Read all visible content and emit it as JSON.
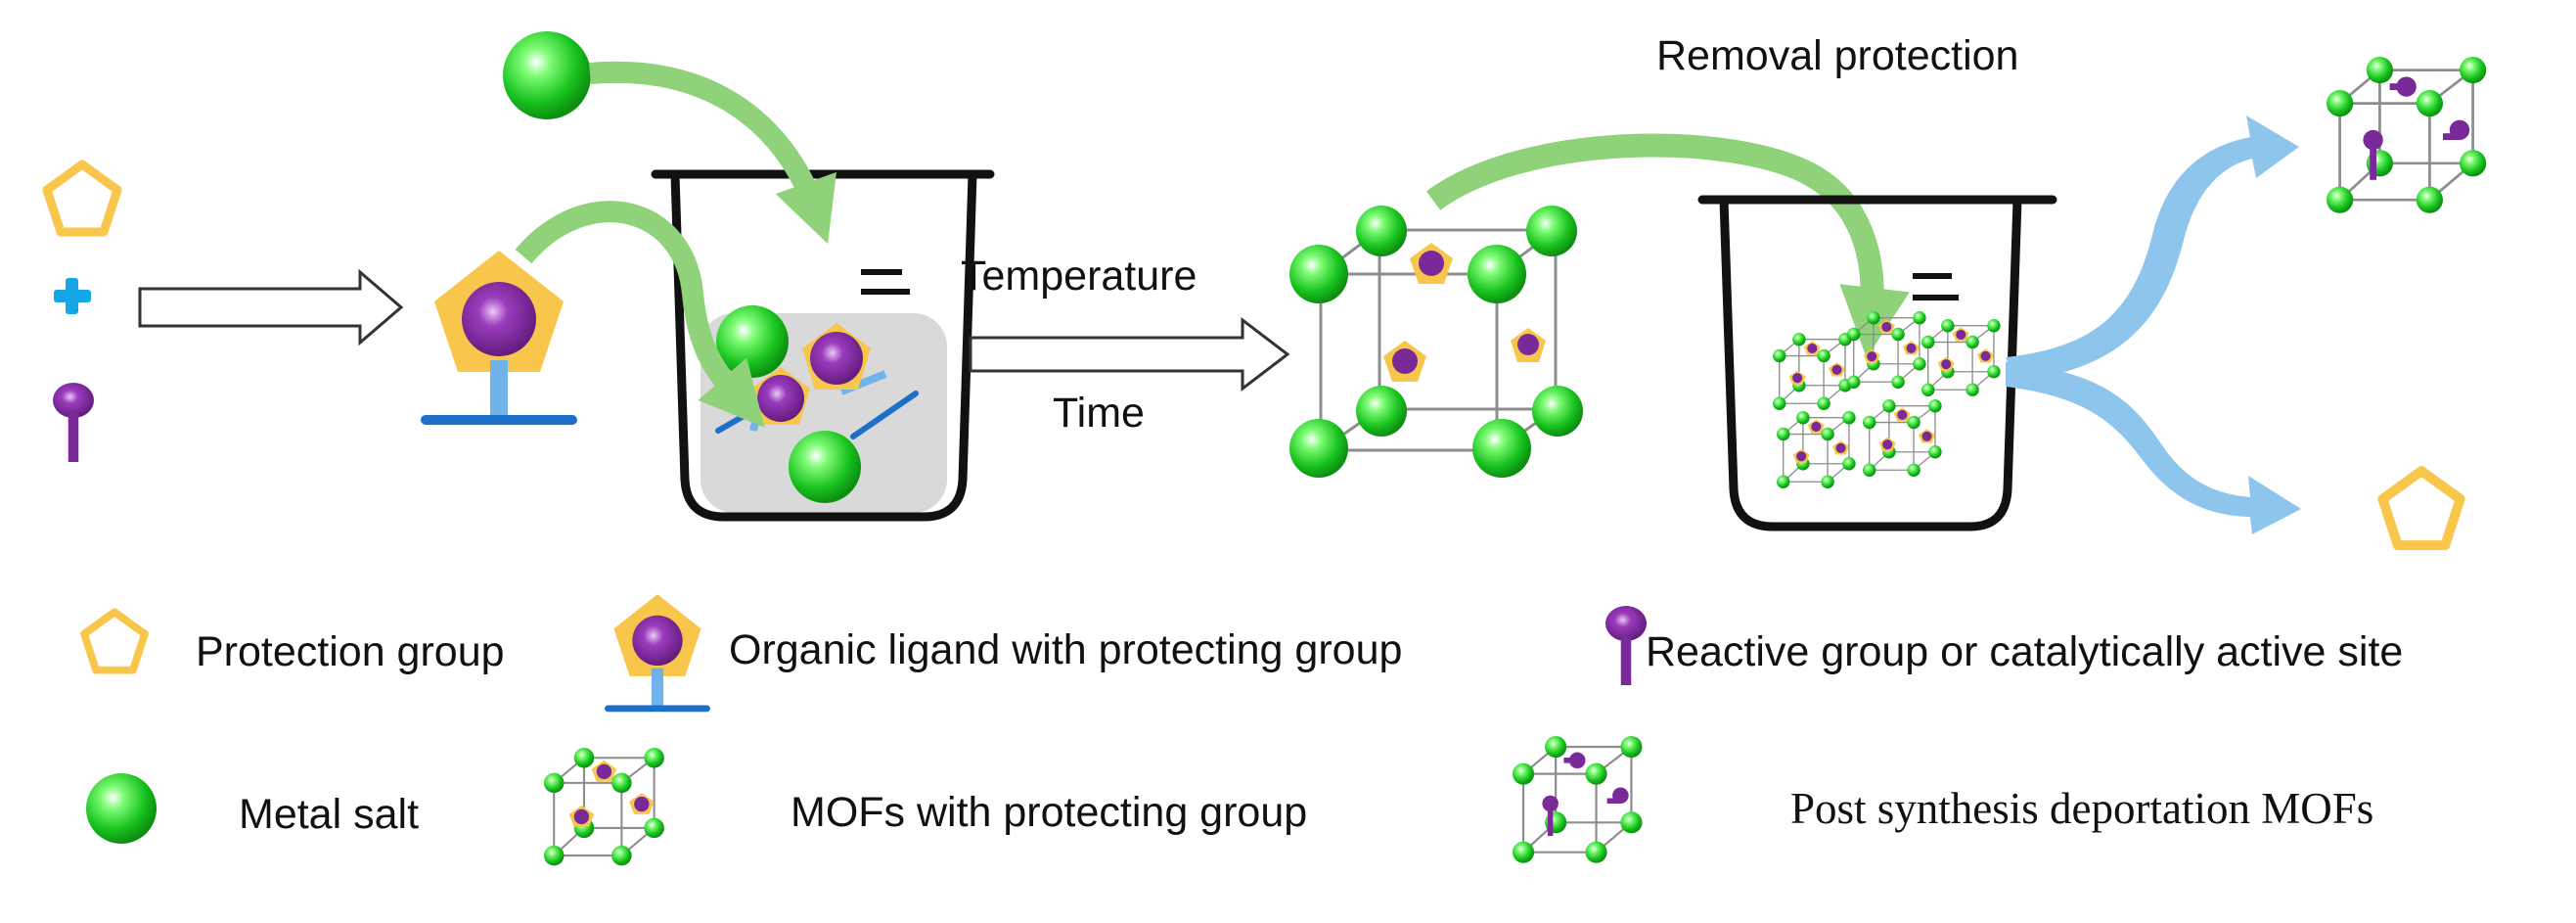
{
  "process": {
    "temperature_label": "Temperature",
    "time_label": "Time",
    "removal_label": "Removal protection"
  },
  "legend": {
    "protection_group": "Protection group",
    "organic_ligand": "Organic ligand with protecting group",
    "reactive_group": "Reactive group or catalytically active site",
    "metal_salt": "Metal salt",
    "mofs_protecting": "MOFs with protecting group",
    "post_synthesis": "Post synthesis deportation MOFs"
  },
  "colors": {
    "protection_group": "#F7C64A",
    "ligand_stem": "#6FB3E8",
    "ligand_bar": "#1E6FC9",
    "reactive_group": "#7A2A98",
    "metal_salt": "#18C21E",
    "plus_sign": "#14A6E6",
    "green_arrow": "#8FD27A",
    "blue_arrow": "#8EC5EC",
    "beaker_solution": "#D9D9D9"
  }
}
